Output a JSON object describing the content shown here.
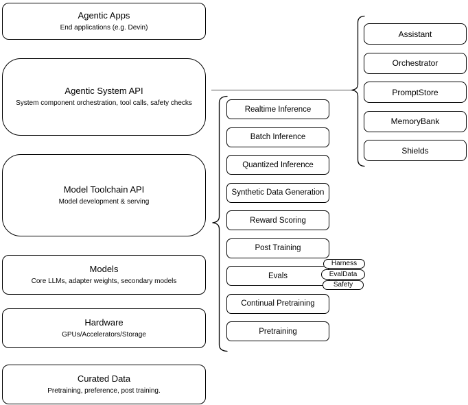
{
  "diagram": {
    "stack": [
      {
        "title": "Agentic Apps",
        "subtitle": "End applications (e.g. Devin)"
      },
      {
        "title": "Agentic System API",
        "subtitle": "System component orchestration, tool calls, safety checks"
      },
      {
        "title": "Model Toolchain API",
        "subtitle": "Model development & serving"
      },
      {
        "title": "Models",
        "subtitle": "Core LLMs, adapter weights, secondary models"
      },
      {
        "title": "Hardware",
        "subtitle": "GPUs/Accelerators/Storage"
      },
      {
        "title": "Curated Data",
        "subtitle": "Pretraining, preference, post training."
      }
    ],
    "toolchain": {
      "items": [
        "Realtime Inference",
        "Batch Inference",
        "Quantized Inference",
        "Synthetic Data Generation",
        "Reward Scoring",
        "Post Training",
        "Evals",
        "Continual Pretraining",
        "Pretraining"
      ]
    },
    "eval_tags": [
      "Harness",
      "EvalData",
      "Safety"
    ],
    "system_components": [
      "Assistant",
      "Orchestrator",
      "PromptStore",
      "MemoryBank",
      "Shields"
    ]
  },
  "colors": {
    "node_stroke": "#000000",
    "node_fill": "#ffffff",
    "connector": "#808080",
    "background": "#ffffff"
  }
}
